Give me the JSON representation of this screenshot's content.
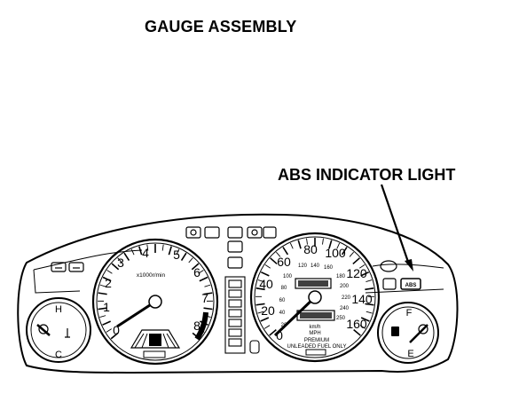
{
  "title": "GAUGE ASSEMBLY",
  "callout": "ABS INDICATOR LIGHT",
  "tachometer": {
    "ticks": [
      "0",
      "1",
      "2",
      "3",
      "4",
      "5",
      "6",
      "7",
      "8"
    ],
    "unit": "x1000r/min"
  },
  "speedometer": {
    "mph_ticks": [
      "0",
      "20",
      "40",
      "60",
      "80",
      "100",
      "120",
      "140",
      "160"
    ],
    "kmh_ticks": [
      "20",
      "40",
      "60",
      "80",
      "100",
      "120",
      "140",
      "160",
      "180",
      "200",
      "220",
      "240",
      "250"
    ],
    "unit_kmh": "km/h",
    "unit_mph": "MPH",
    "fuel_note_line1": "PREMIUM",
    "fuel_note_line2": "UNLEADED FUEL ONLY"
  },
  "temp_gauge": {
    "hot": "H",
    "cold": "C"
  },
  "fuel_gauge": {
    "full": "F",
    "empty": "E"
  },
  "abs_light": "ABS",
  "colors": {
    "ink": "#000000",
    "paper": "#ffffff"
  }
}
